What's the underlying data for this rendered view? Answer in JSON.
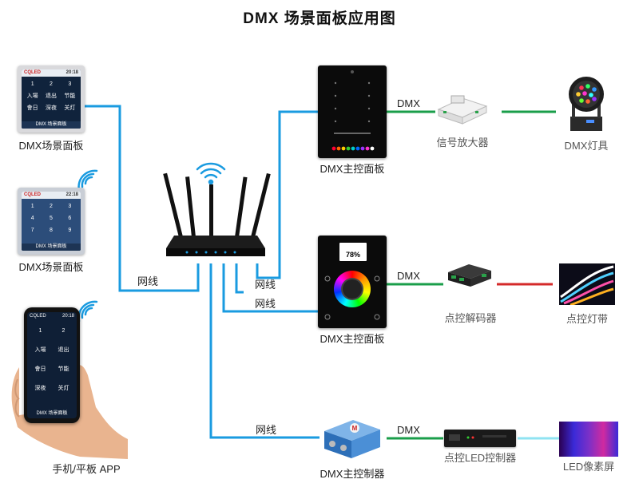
{
  "title": "DMX 场景面板应用图",
  "labels": {
    "panel1": "DMX场景面板",
    "panel2": "DMX场景面板",
    "phone": "手机/平板 APP",
    "ctl_top": "DMX主控面板",
    "ctl_mid": "DMX主控面板",
    "ctl_bot": "DMX主控制器",
    "amplifier": "信号放大器",
    "fixture": "DMX灯具",
    "decoder": "点控解码器",
    "strip": "点控灯带",
    "ledctl": "点控LED控制器",
    "ledscreen": "LED像素屏"
  },
  "wire_labels": {
    "net_left": "网线",
    "net_r1": "网线",
    "net_r2": "网线",
    "net_bottom": "网线",
    "dmx_top": "DMX",
    "dmx_mid": "DMX",
    "dmx_bot": "DMX"
  },
  "panel1": {
    "brand": "CQLED",
    "time": "20:18",
    "keys": [
      "1",
      "2",
      "3",
      "入場",
      "退出",
      "节能",
      "會日",
      "深夜",
      "关灯"
    ],
    "footer": "DMX 场景面板"
  },
  "panel2": {
    "brand": "CQLED",
    "time": "22:18",
    "keys": [
      "1",
      "2",
      "3",
      "4",
      "5",
      "6",
      "7",
      "8",
      "9"
    ],
    "footer": "DMX 场景面板"
  },
  "phone": {
    "brand": "CQLED",
    "time": "20:18",
    "keys": [
      "1",
      "2",
      "入場",
      "退出",
      "會日",
      "节能",
      "深夜",
      "关灯"
    ],
    "footer": "DMX 场景面板"
  },
  "ctl_mid_display": "78%",
  "colors": {
    "network": "#1a9be0",
    "dmx": "#1a9e4a",
    "strip_link": "#d42a2a",
    "pixel_link": "#8fe3f2"
  }
}
